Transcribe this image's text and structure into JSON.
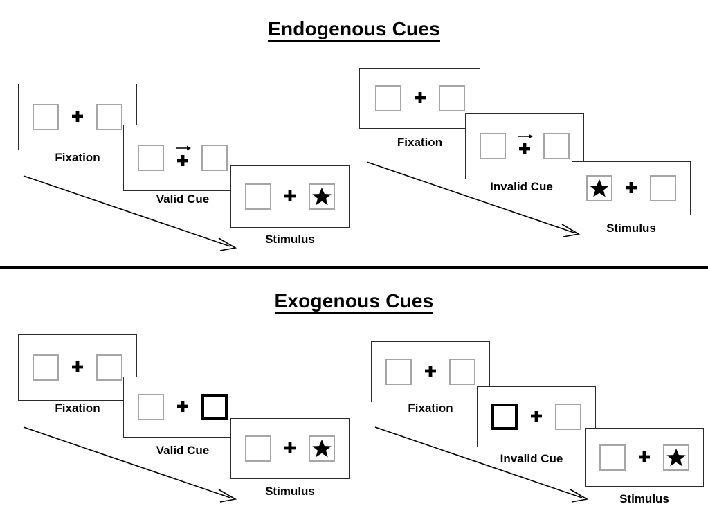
{
  "figure": {
    "sections": [
      {
        "id": "endogenous",
        "title": "Endogenous Cues",
        "groups": [
          {
            "id": "endogenous-valid",
            "frames": [
              {
                "id": "fixation",
                "label": "Fixation",
                "cue": "none",
                "left_box": "empty",
                "right_box": "empty"
              },
              {
                "id": "cue",
                "label": "Valid Cue",
                "cue": "arrow-right",
                "left_box": "empty",
                "right_box": "empty"
              },
              {
                "id": "stimulus",
                "label": "Stimulus",
                "cue": "none",
                "left_box": "empty",
                "right_box": "star"
              }
            ]
          },
          {
            "id": "endogenous-invalid",
            "frames": [
              {
                "id": "fixation",
                "label": "Fixation",
                "cue": "none",
                "left_box": "empty",
                "right_box": "empty"
              },
              {
                "id": "cue",
                "label": "Invalid Cue",
                "cue": "arrow-right",
                "left_box": "empty",
                "right_box": "empty"
              },
              {
                "id": "stimulus",
                "label": "Stimulus",
                "cue": "none",
                "left_box": "star",
                "right_box": "empty"
              }
            ]
          }
        ]
      },
      {
        "id": "exogenous",
        "title": "Exogenous Cues",
        "groups": [
          {
            "id": "exogenous-valid",
            "frames": [
              {
                "id": "fixation",
                "label": "Fixation",
                "cue": "none",
                "left_box": "empty",
                "right_box": "empty"
              },
              {
                "id": "cue",
                "label": "Valid Cue",
                "cue": "none",
                "left_box": "empty",
                "right_box": "highlighted"
              },
              {
                "id": "stimulus",
                "label": "Stimulus",
                "cue": "none",
                "left_box": "empty",
                "right_box": "star"
              }
            ]
          },
          {
            "id": "exogenous-invalid",
            "frames": [
              {
                "id": "fixation",
                "label": "Fixation",
                "cue": "none",
                "left_box": "empty",
                "right_box": "empty"
              },
              {
                "id": "cue",
                "label": "Invalid Cue",
                "cue": "none",
                "left_box": "highlighted",
                "right_box": "empty"
              },
              {
                "id": "stimulus",
                "label": "Stimulus",
                "cue": "none",
                "left_box": "empty",
                "right_box": "star"
              }
            ]
          }
        ]
      }
    ],
    "colors": {
      "panel_border": "#2b2b2b",
      "box_border": "#a6a6a6",
      "box_border_cued": "#000000",
      "star": "#000000",
      "text": "#000000",
      "divider": "#000000",
      "background": "#ffffff"
    },
    "icons": {
      "fixation_plus": "plus-icon",
      "cue_arrow": "arrow-right-icon",
      "target": "star-icon",
      "time_flow": "time-arrow-icon"
    }
  }
}
